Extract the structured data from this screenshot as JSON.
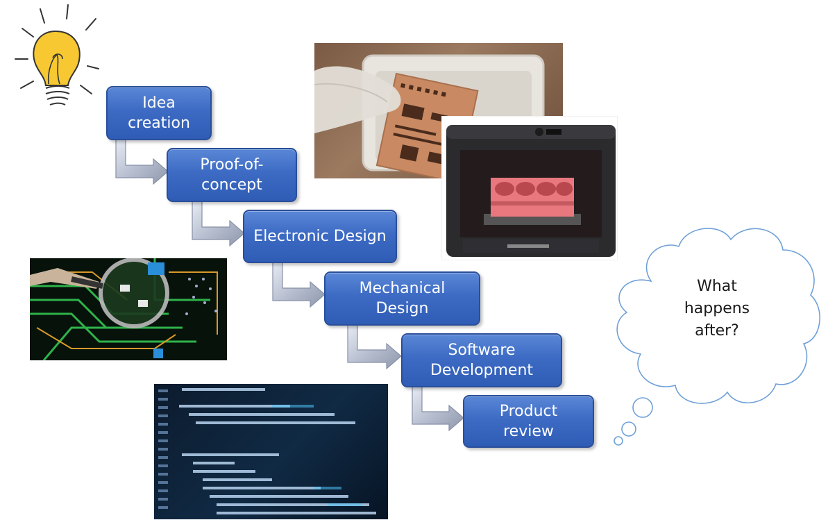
{
  "flow": {
    "steps": [
      {
        "label": "Idea\ncreation"
      },
      {
        "label": "Proof-of-\nconcept"
      },
      {
        "label": "Electronic Design"
      },
      {
        "label": "Mechanical\nDesign"
      },
      {
        "label": "Software\nDevelopment"
      },
      {
        "label": "Product\nreview"
      }
    ]
  },
  "cloud": {
    "text": "What\nhappens\nafter?"
  },
  "images": {
    "lightbulb": "lightbulb-icon",
    "pcb_etching": "pcb-etching-photo",
    "printer": "3d-printer-photo",
    "pcb_layout": "pcb-layout-photo",
    "code": "source-code-photo"
  },
  "colors": {
    "box": "#3d6bc4",
    "arrow": "#b8bfd0",
    "cloud": "#6fa0d8"
  }
}
